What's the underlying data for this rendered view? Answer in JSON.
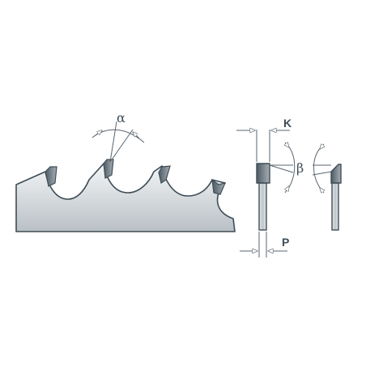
{
  "labels": {
    "rake_angle": "α",
    "clearance_angle": "β",
    "kerf": "K",
    "plate_thickness": "P"
  },
  "colors": {
    "blade_body_light": "#f1f3f4",
    "blade_body_dark": "#bfc5ca",
    "outline": "#3f4d57",
    "tip_dark": "#55626b",
    "tip_light": "#c9ced2",
    "dimension_line": "#5a6670",
    "label": "#3f4d57"
  }
}
